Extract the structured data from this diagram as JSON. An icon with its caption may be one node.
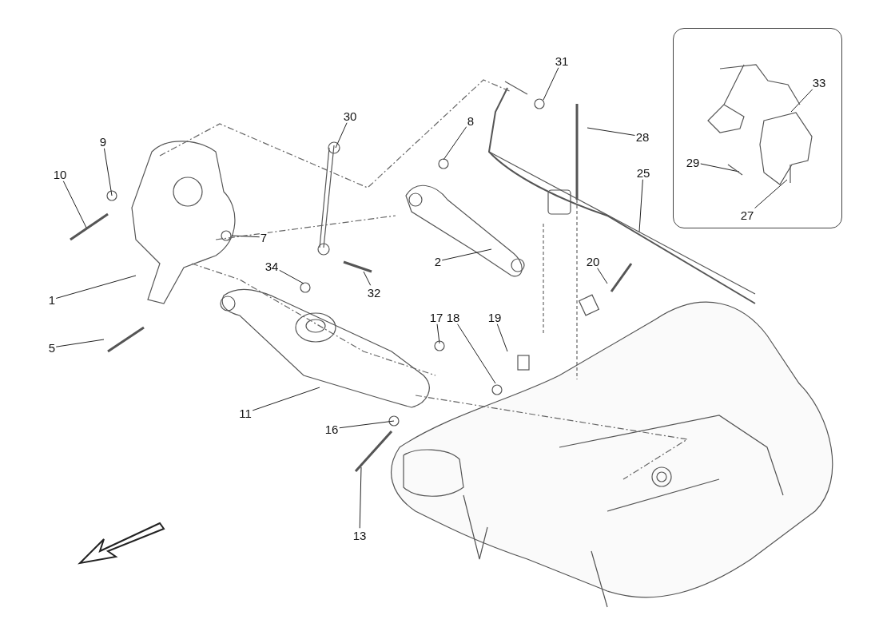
{
  "diagram": {
    "nodes": [
      {
        "text": [
          "31"
        ]
      },
      {
        "text": [
          "8"
        ]
      },
      {
        "text": [
          "30"
        ]
      },
      {
        "text": [
          "28"
        ]
      },
      {
        "text": [
          "9"
        ]
      },
      {
        "text": [
          "10"
        ]
      },
      {
        "text": [
          "25"
        ]
      },
      {
        "text": [
          "7"
        ]
      },
      {
        "text": [
          "2"
        ]
      },
      {
        "text": [
          "20"
        ]
      },
      {
        "text": [
          "34"
        ]
      },
      {
        "text": [
          "32"
        ]
      },
      {
        "text": [
          "1"
        ]
      },
      {
        "text": [
          "17"
        ]
      },
      {
        "text": [
          "18"
        ]
      },
      {
        "text": [
          "19"
        ]
      },
      {
        "text": [
          "5"
        ]
      },
      {
        "text": [
          "11"
        ]
      },
      {
        "text": [
          "16"
        ]
      },
      {
        "text": [
          "13"
        ]
      },
      {
        "text": [],
        "shape": "box"
      },
      {
        "text": [
          "33"
        ],
        "in": 20
      },
      {
        "text": [
          "29"
        ],
        "in": 20
      },
      {
        "text": [
          "27"
        ],
        "in": 20
      },
      {
        "text": [],
        "shape": "picture",
        "in": 20
      }
    ],
    "edges": [
      {
        "from": 0,
        "to": null,
        "arrow": "none"
      },
      {
        "from": 1,
        "to": null,
        "arrow": "none"
      },
      {
        "from": 2,
        "to": null,
        "arrow": "none"
      },
      {
        "from": 3,
        "to": null,
        "arrow": "none"
      },
      {
        "from": 4,
        "to": null,
        "arrow": "none"
      },
      {
        "from": 5,
        "to": null,
        "arrow": "none"
      },
      {
        "from": 6,
        "to": null,
        "arrow": "none"
      },
      {
        "from": 7,
        "to": null,
        "arrow": "none"
      },
      {
        "from": 8,
        "to": null,
        "arrow": "none"
      },
      {
        "from": 9,
        "to": null,
        "arrow": "none"
      },
      {
        "from": 10,
        "to": null,
        "arrow": "none"
      },
      {
        "from": 11,
        "to": null,
        "arrow": "none"
      },
      {
        "from": 12,
        "to": null,
        "arrow": "none"
      },
      {
        "from": 13,
        "to": null,
        "arrow": "none"
      },
      {
        "from": 14,
        "to": null,
        "arrow": "none"
      },
      {
        "from": 15,
        "to": null,
        "arrow": "none"
      },
      {
        "from": 16,
        "to": null,
        "arrow": "none"
      },
      {
        "from": 17,
        "to": null,
        "arrow": "none"
      },
      {
        "from": 18,
        "to": null,
        "arrow": "none"
      },
      {
        "from": 19,
        "to": null,
        "arrow": "none"
      },
      {
        "from": 21,
        "to": 24,
        "arrow": "none"
      },
      {
        "from": 22,
        "to": 24,
        "arrow": "none"
      },
      {
        "from": 23,
        "to": 24,
        "arrow": "none"
      }
    ]
  }
}
